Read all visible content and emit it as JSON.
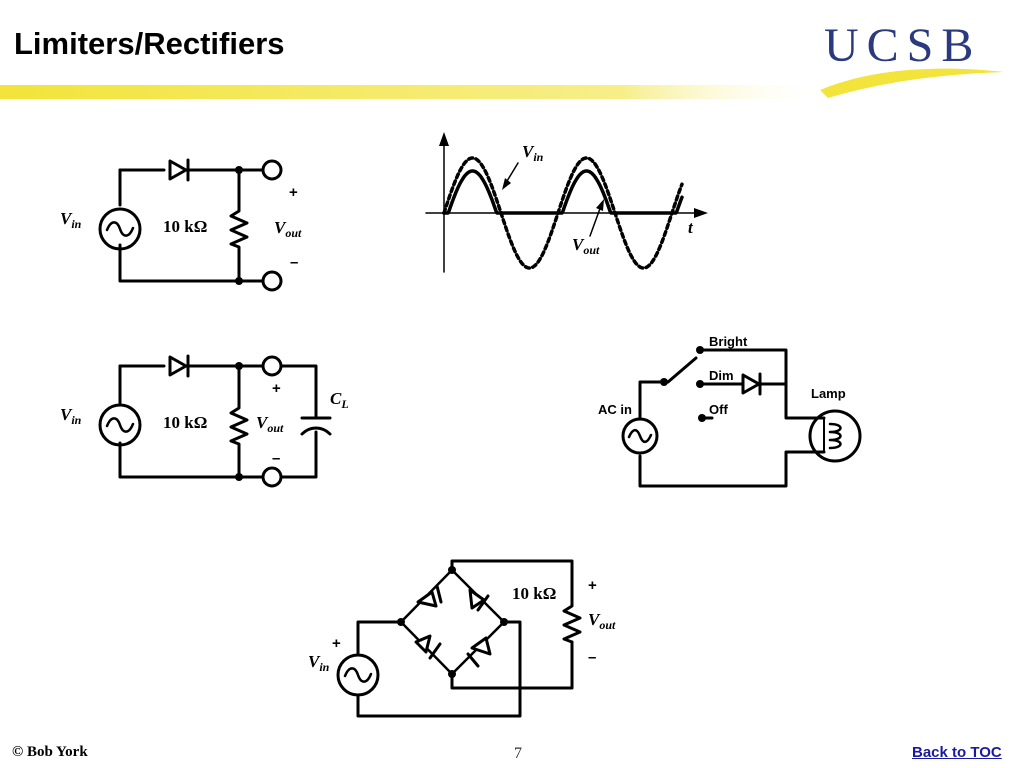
{
  "slide": {
    "title": "Limiters/Rectifiers",
    "logo_text": "UCSB",
    "footer_author": "©  Bob York",
    "page_number": "7",
    "back_link": "Back to TOC"
  },
  "colors": {
    "accent_yellow": "#f2e43a",
    "logo_blue": "#2b3a7e",
    "link_blue": "#1a1aa0"
  },
  "circuits": {
    "half_wave": {
      "vin": "V",
      "vin_sub": "in",
      "resistor": "10 kΩ",
      "vout": "V",
      "vout_sub": "out",
      "plus": "+",
      "minus": "–"
    },
    "filtered": {
      "vin": "V",
      "vin_sub": "in",
      "resistor": "10 kΩ",
      "vout": "V",
      "vout_sub": "out",
      "cap": "C",
      "cap_sub": "L",
      "plus": "+",
      "minus": "–"
    },
    "waveform": {
      "vin": "V",
      "vin_sub": "in",
      "vout": "V",
      "vout_sub": "out",
      "t": "t"
    },
    "lamp": {
      "bright": "Bright",
      "dim": "Dim",
      "off": "Off",
      "ac_in": "AC in",
      "lamp": "Lamp"
    },
    "bridge": {
      "resistor": "10 kΩ",
      "vout": "V",
      "vout_sub": "out",
      "vin": "V",
      "vin_sub": "in",
      "plus": "+",
      "minus": "–"
    }
  }
}
